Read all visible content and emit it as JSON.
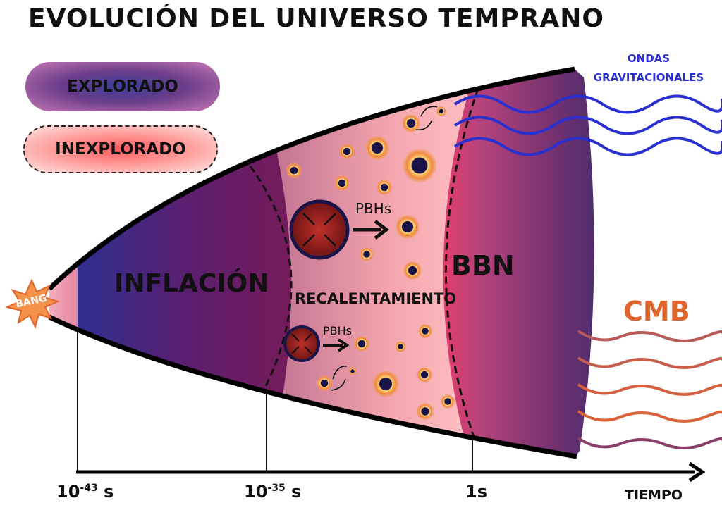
{
  "title": "EVOLUCIÓN DEL UNIVERSO TEMPRANO",
  "legend": {
    "explored": "EXPLORADO",
    "unexplored": "INEXPLORADO"
  },
  "big_bang_label": "BANG",
  "regions": {
    "inflation": "INFLACIÓN",
    "reheating": "RECALENTAMIENTO",
    "bbn": "BBN"
  },
  "pbh_labels": [
    "PBHs",
    "PBHs"
  ],
  "gravitational_waves_label": [
    "ONDAS",
    "GRAVITACIONALES"
  ],
  "cmb_label": "CMB",
  "time_axis": {
    "ticks": [
      {
        "base": "10",
        "exp": "-43",
        "unit": " s"
      },
      {
        "base": "10",
        "exp": "-35",
        "unit": " s"
      },
      {
        "base": "1s",
        "exp": "",
        "unit": ""
      }
    ],
    "axis_label": "TIEMPO"
  },
  "colors": {
    "gravitational_waves": "#2a2fd0",
    "cmb": "#e0652b",
    "explored_dark": "#2f2c8a",
    "explored_mid": "#6b1f5f",
    "unexplored": "#ff7b84"
  }
}
